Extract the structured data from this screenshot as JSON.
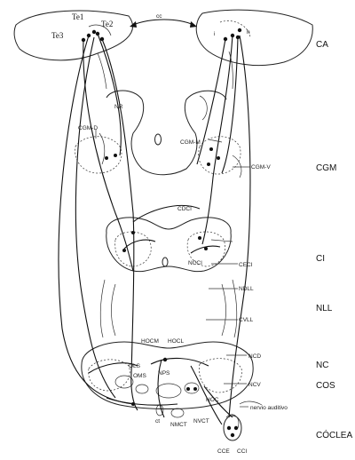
{
  "top_labels": {
    "te1": "Te1",
    "te2": "Te2",
    "te3": "Te3",
    "cc": "cc",
    "i": "i",
    "h": "h"
  },
  "region_labels": {
    "nr": "NR",
    "cgm_d": "CGM-D",
    "cgm_m": "CGM-M",
    "cgm_v": "CGM-V",
    "cdci": "CDCI",
    "ncci": "NCCI",
    "ceci": "CECI",
    "ndll": "NDLL",
    "cvll": "CVLL",
    "hocm": "HOCM",
    "hocl": "HOCL",
    "ncd": "NCD",
    "ols": "OLS",
    "oms": "OMS",
    "nps": "NPS",
    "ncv": "NCV",
    "hoc": "HOC",
    "nervio": "nervio auditivo",
    "ct": "ct",
    "nmct": "NMCT",
    "nvct": "NVCT",
    "cce": "CCE",
    "cci": "CCI"
  },
  "levels": [
    "CA",
    "CGM",
    "CI",
    "NLL",
    "NC",
    "COS",
    "CÓCLEA"
  ],
  "colors": {
    "ink": "#111111",
    "background": "#ffffff"
  }
}
